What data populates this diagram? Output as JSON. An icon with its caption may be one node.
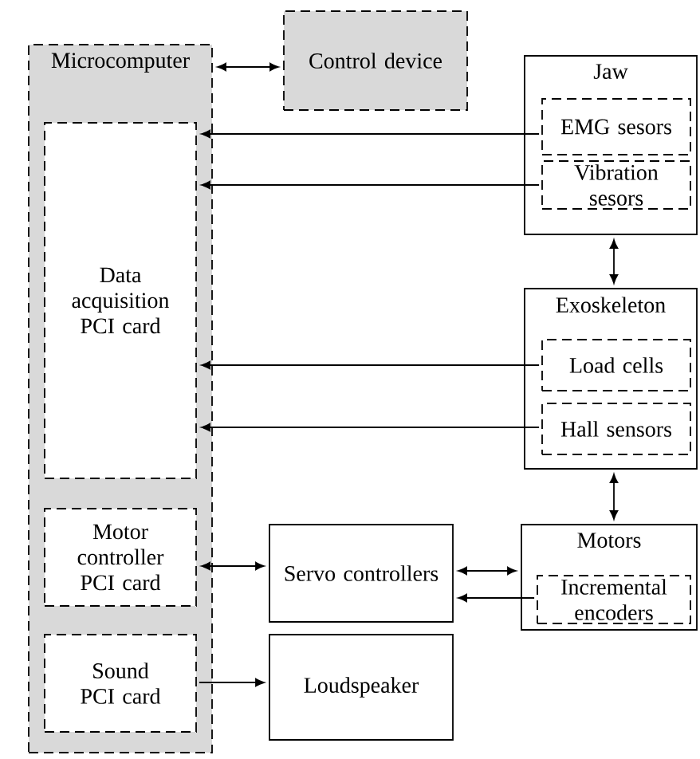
{
  "diagram": {
    "nodes": [
      {
        "text": [
          "Microcomputer"
        ]
      },
      {
        "text": [
          "Control device"
        ]
      },
      {
        "text": [
          "Data acquisition PCI card"
        ],
        "in": 0
      },
      {
        "text": [
          "Motor controller PCI card"
        ],
        "in": 0
      },
      {
        "text": [
          "Sound PCI card"
        ],
        "in": 0
      },
      {
        "text": [
          "Jaw"
        ]
      },
      {
        "text": [
          "EMG sesors"
        ],
        "in": 5
      },
      {
        "text": [
          "Vibration sesors"
        ],
        "in": 5
      },
      {
        "text": [
          "Exoskeleton"
        ]
      },
      {
        "text": [
          "Load cells"
        ],
        "in": 8
      },
      {
        "text": [
          "Hall sensors"
        ],
        "in": 8
      },
      {
        "text": [
          "Servo controllers"
        ]
      },
      {
        "text": [
          "Motors"
        ]
      },
      {
        "text": [
          "Incremental encoders"
        ],
        "in": 12
      },
      {
        "text": [
          "Loudspeaker"
        ]
      }
    ],
    "edges": [
      {
        "from": 0,
        "to": 1,
        "arrow": "both"
      },
      {
        "from": 6,
        "to": 2,
        "arrow": "to"
      },
      {
        "from": 7,
        "to": 2,
        "arrow": "to"
      },
      {
        "from": 9,
        "to": 2,
        "arrow": "to"
      },
      {
        "from": 10,
        "to": 2,
        "arrow": "to"
      },
      {
        "from": 5,
        "to": 8,
        "arrow": "both"
      },
      {
        "from": 8,
        "to": 12,
        "arrow": "both"
      },
      {
        "from": 3,
        "to": 11,
        "arrow": "both"
      },
      {
        "from": 11,
        "to": 12,
        "arrow": "both"
      },
      {
        "from": 13,
        "to": 11,
        "arrow": "to"
      },
      {
        "from": 4,
        "to": 14,
        "arrow": "to"
      }
    ]
  }
}
